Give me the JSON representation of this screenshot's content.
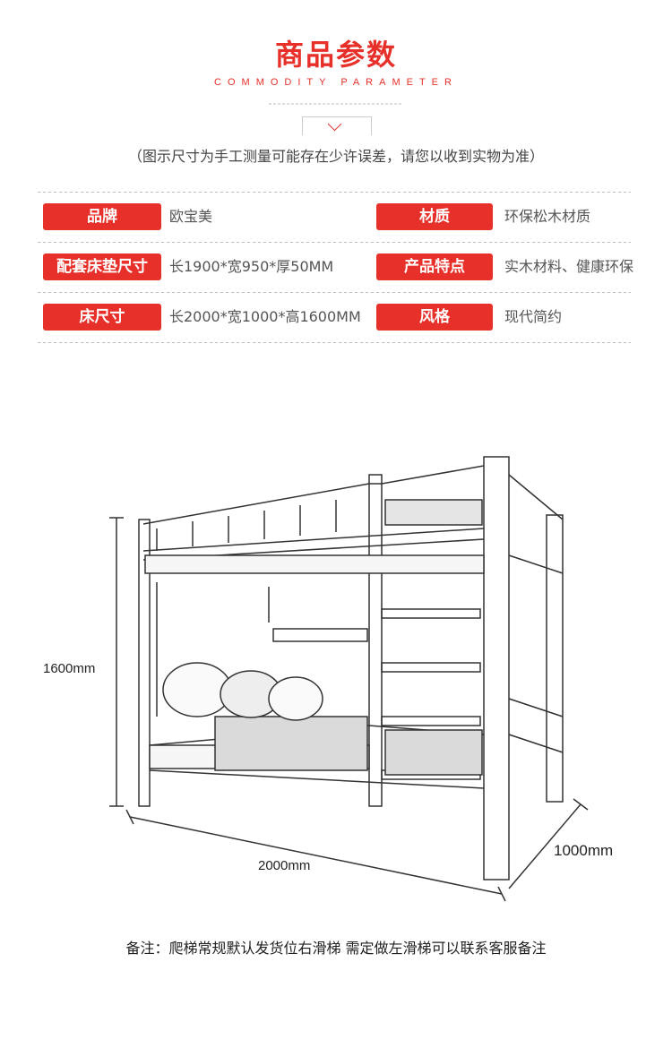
{
  "header": {
    "title": "商品参数",
    "subtitle": "COMMODITY PARAMETER",
    "note": "（图示尺寸为手工测量可能存在少许误差，请您以收到实物为准）"
  },
  "params": [
    {
      "label": "品牌",
      "value": "欧宝美"
    },
    {
      "label": "材质",
      "value": "环保松木材质"
    },
    {
      "label": "配套床垫尺寸",
      "value": "长1900*宽950*厚50MM"
    },
    {
      "label": "产品特点",
      "value": "实木材料、健康环保"
    },
    {
      "label": "床尺寸",
      "value": "长2000*宽1000*高1600MM"
    },
    {
      "label": "风格",
      "value": "现代简约"
    }
  ],
  "dimensions": {
    "height": "1600mm",
    "length": "2000mm",
    "width": "1000mm"
  },
  "footnote": "备注：爬梯常规默认发货位右滑梯 需定做左滑梯可以联系客服备注",
  "colors": {
    "accent": "#e8302a"
  }
}
